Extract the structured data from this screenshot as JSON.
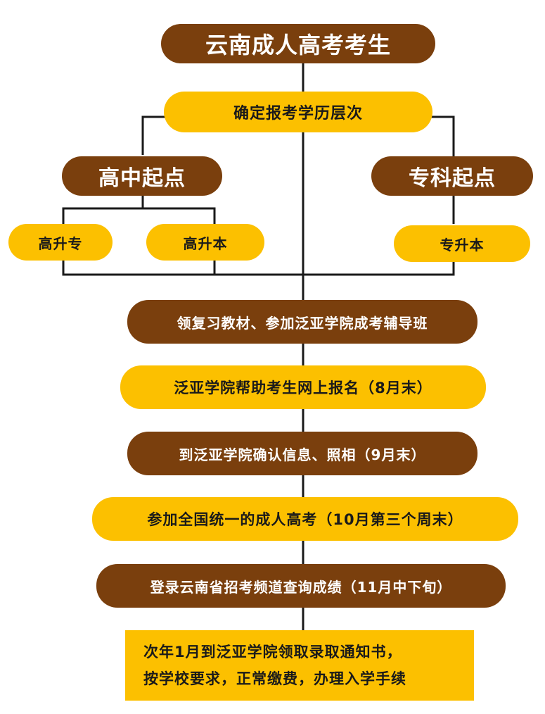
{
  "colors": {
    "brown": "#7a3f0d",
    "gold": "#fcc000",
    "line": "#1a1a1a"
  },
  "nodes": {
    "top": "云南成人高考考生",
    "level": "确定报考学历层次",
    "high_school": "高中起点",
    "college": "专科起点",
    "gaozhuan": "高升专",
    "gaoben": "高升本",
    "zhuanben": "专升本",
    "step1": "领复习教材、参加泛亚学院成考辅导班",
    "step2": "泛亚学院帮助考生网上报名（8月末）",
    "step3": "到泛亚学院确认信息、照相（9月末）",
    "step4": "参加全国统一的成人高考（10月第三个周末）",
    "step5": "登录云南省招考频道查询成绩（11月中下旬）",
    "final_line1": "次年1月到泛亚学院领取录取通知书，",
    "final_line2": "按学校要求，正常缴费，办理入学手续"
  }
}
